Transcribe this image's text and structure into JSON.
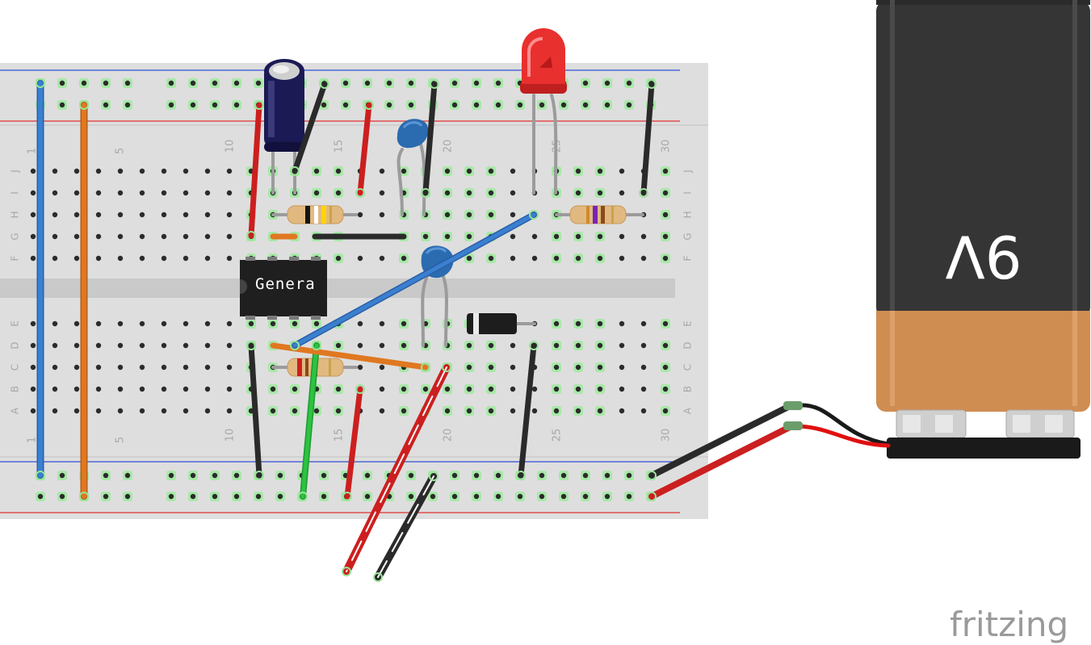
{
  "breadboard": {
    "row_labels_top": [
      "J",
      "I",
      "H",
      "G",
      "F"
    ],
    "row_labels_bottom": [
      "E",
      "D",
      "C",
      "B",
      "A"
    ],
    "column_labels": [
      "1",
      "5",
      "10",
      "15",
      "20",
      "25",
      "30"
    ]
  },
  "chip": {
    "label": "Genera"
  },
  "battery": {
    "label": "9V"
  },
  "branding": {
    "logo_text": "fritzing"
  },
  "colors": {
    "wire_blue": "#3a7fd0",
    "wire_orange": "#e07820",
    "wire_red": "#cc1f1f",
    "wire_black": "#2a2a2a",
    "wire_green": "#2cc340",
    "led_red": "#e8302f",
    "battery_top": "#353535",
    "battery_bottom": "#d08d52",
    "board": "#dedede",
    "hole_highlight": "#8fe08f"
  }
}
